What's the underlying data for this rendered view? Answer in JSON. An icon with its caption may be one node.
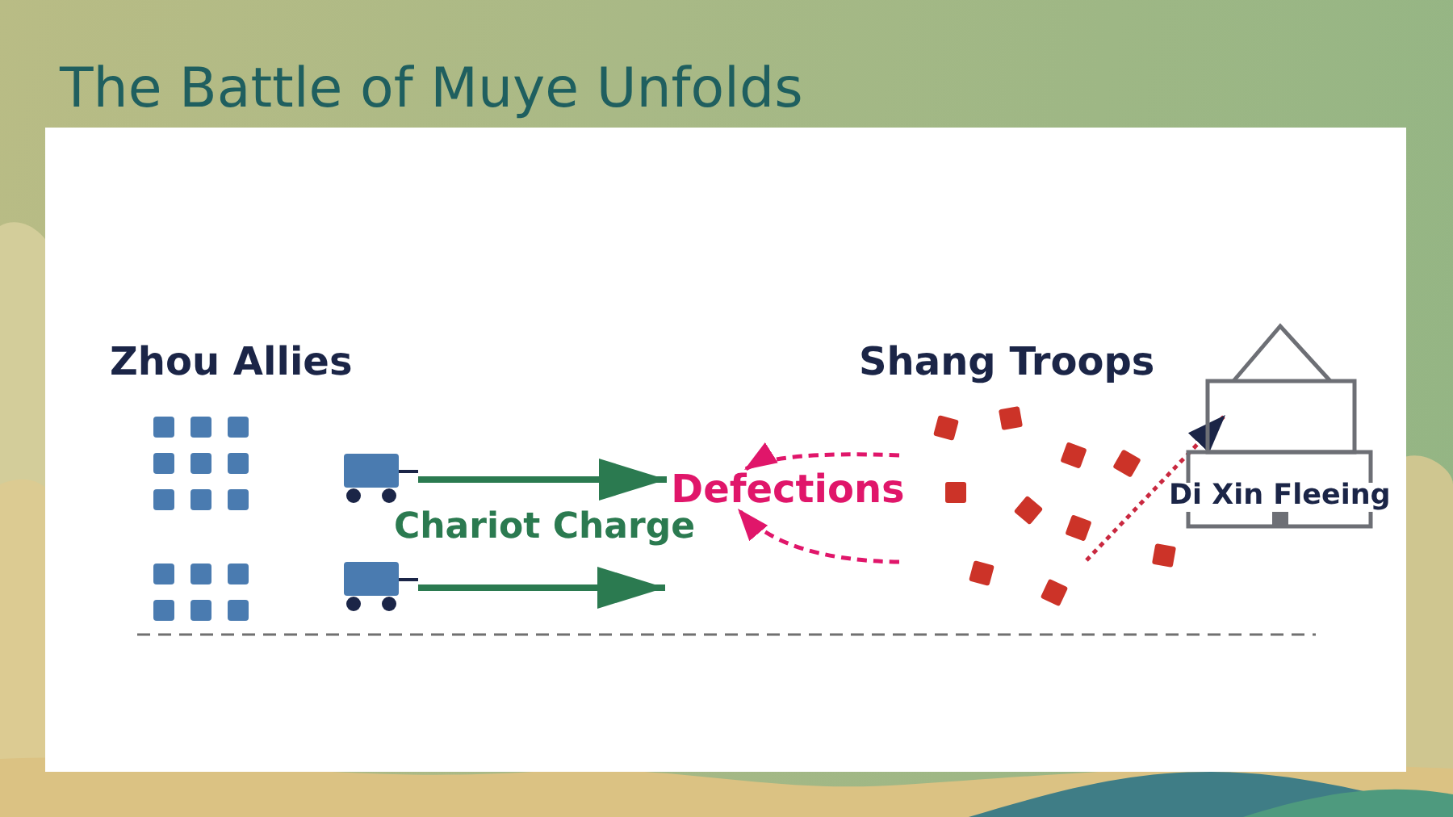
{
  "diagram": {
    "title": "The Battle of Muye Unfolds",
    "nodes": [
      {
        "text": [],
        "shape": "picture"
      },
      {
        "text": [],
        "shape": "picture"
      },
      {
        "text": [
          "Defections"
        ]
      },
      {
        "text": [
          "Di Xin Fleeing"
        ]
      }
    ],
    "edges": [
      {
        "from": 0,
        "to": 2,
        "arrow": "to",
        "color": "#2b7a50"
      },
      {
        "from": 1,
        "to": null,
        "arrow": "to",
        "color": "#2b7a50"
      },
      {
        "from": null,
        "to": 2,
        "arrow": "to",
        "style": "dashed",
        "color": "#e0166a"
      },
      {
        "from": null,
        "to": 2,
        "arrow": "to",
        "style": "dashed",
        "color": "#e0166a"
      },
      {
        "from": null,
        "to": 3,
        "arrow": "to",
        "style": "dashed",
        "color": "#c9283f"
      }
    ],
    "labels": [
      "Zhou Allies",
      "Shang Troops",
      "Chariot Charge"
    ]
  }
}
